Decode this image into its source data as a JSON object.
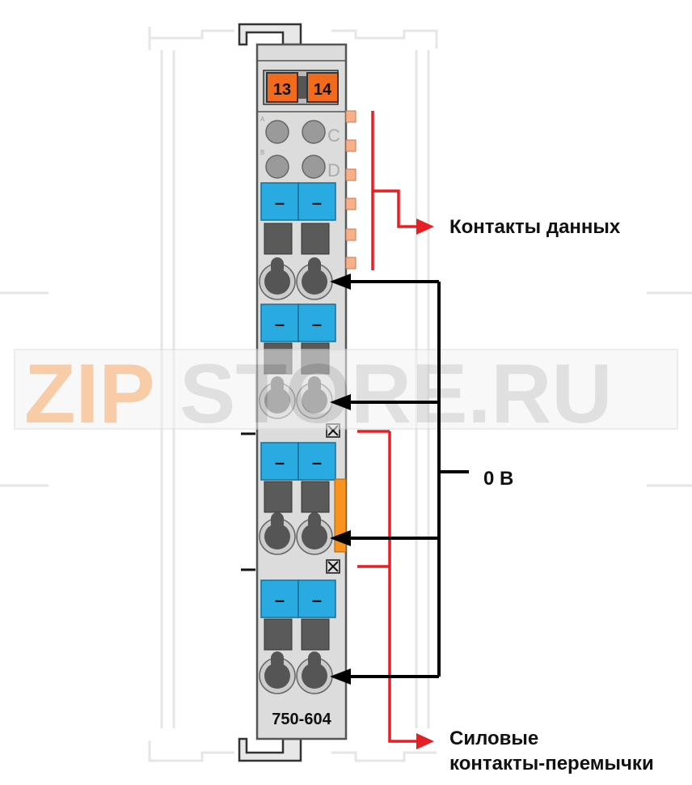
{
  "module": {
    "led_left": "13",
    "led_right": "14",
    "led_row_letters": [
      "C",
      "D"
    ],
    "led_side_marks": [
      "A",
      "B"
    ],
    "terminal_key_symbol": "–",
    "part_number": "750-604"
  },
  "labels": {
    "data_contacts": "Контакты данных",
    "zero_volt": "0 B",
    "power_jumper_line1": "Силовые",
    "power_jumper_line2": "контакты-перемычки"
  },
  "watermark": {
    "text_orange": "ZIP",
    "text_gray": "STORE.RU"
  },
  "colors": {
    "housing": "#dcdcdc",
    "housing_stroke": "#555555",
    "led_orange": "#f26a1b",
    "terminal_blue": "#29abe2",
    "contact_orange": "#f7b08a",
    "red_line": "#e81e25",
    "black_line": "#000000",
    "watermark_orange": "#f4a460",
    "watermark_gray": "#c8c8c8"
  }
}
